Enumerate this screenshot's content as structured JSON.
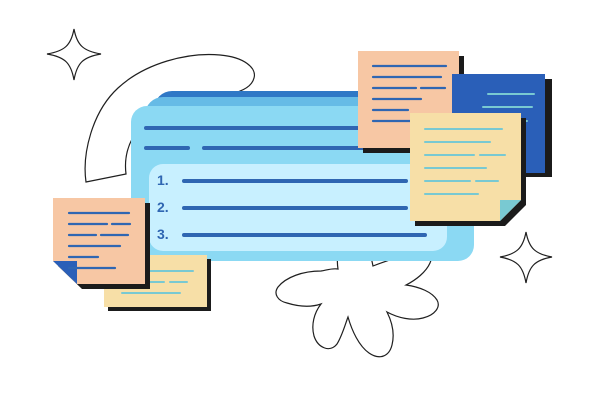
{
  "illustration": {
    "list_markers": [
      "1.",
      "2.",
      "3."
    ]
  },
  "palette": {
    "outline": "#1f1f1f",
    "card_light": "#8bd9f3",
    "card_mid": "#66bbe6",
    "card_dark": "#2f78c6",
    "panel_inner": "#c8f0ff",
    "line_blue": "#2f66b2",
    "note_peach": "#f7c7a4",
    "note_cream": "#f7dfa7",
    "note_blue": "#2a5fb8",
    "accent_teal": "#79c9d2",
    "shadow": "#1b1b1b"
  },
  "icons": {
    "left_sparkle": "sparkle-icon",
    "right_sparkle": "sparkle-icon"
  }
}
